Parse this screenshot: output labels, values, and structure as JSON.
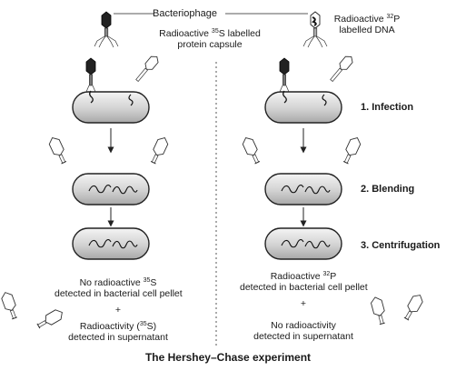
{
  "labels": {
    "bacteriophage": "Bacteriophage",
    "left_phage": {
      "pre": "Radioactive ",
      "sup": "35",
      "post": "S labelled",
      "line2": "protein capsule"
    },
    "right_phage": {
      "pre": "Radioactive ",
      "sup": "32",
      "post": "P",
      "line2": "labelled DNA"
    }
  },
  "steps": [
    "1. Infection",
    "2. Blending",
    "3. Centrifugation"
  ],
  "left_result": {
    "line1_pre": "No radioactive ",
    "line1_sup": "35",
    "line1_post": "S",
    "line2": "detected in bacterial cell pellet",
    "plus": "+",
    "line3_pre": "Radioactivity (",
    "line3_sup": "35",
    "line3_post": "S)",
    "line4": "detected in supernatant"
  },
  "right_result": {
    "line1_pre": "Radioactive ",
    "line1_sup": "32",
    "line1_post": "P",
    "line2": "detected in bacterial cell pellet",
    "plus": "+",
    "line3": "No radioactivity",
    "line4": "detected in supernatant"
  },
  "caption": "The Hershey–Chase experiment"
}
